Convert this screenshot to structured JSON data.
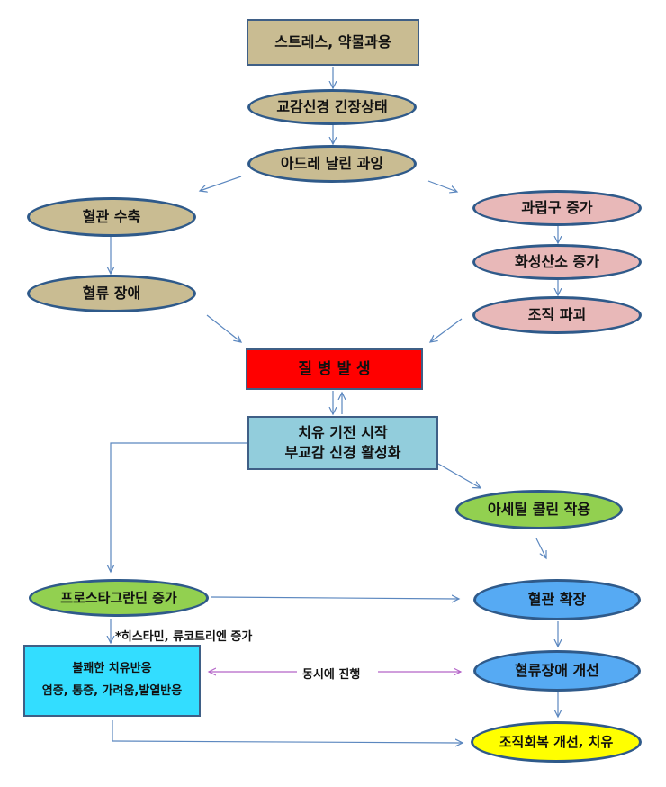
{
  "nodes": {
    "stress": "스트레스, 약물과용",
    "sympathetic": "교감신경 긴장상태",
    "adrenaline": "아드레 날린 과잉",
    "vasoconstriction": "혈관 수축",
    "blood_flow_disorder": "혈류 장애",
    "granulocyte": "과립구 증가",
    "active_oxygen": "화성산소 증가",
    "tissue_destruction": "조직 파괴",
    "disease": "질 병 발 생",
    "healing_line1": "치유 기전 시작",
    "healing_line2": "부교감 신경 활성화",
    "acetylcholine": "아세틸 콜린 작용",
    "prostaglandin": "프로스타그란딘 증가",
    "vasodilation": "혈관 확장",
    "discomfort_line1": "불쾌한 치유반응",
    "discomfort_line2": "염증, 통증, 가려움,발열반응",
    "blood_flow_improve": "혈류장애 개선",
    "tissue_recovery": "조직회복 개선, 치유"
  },
  "notes": {
    "histamine": "*히스타민, 류코트리엔 증가",
    "simultaneous": "동시에 진행"
  },
  "colors": {
    "tan": "#c9bc92",
    "pink": "#e8b8b8",
    "red": "#ff0000",
    "light_blue": "#92cddc",
    "green": "#92d050",
    "blue": "#56aaf3",
    "cyan": "#33ddff",
    "yellow": "#ffff00",
    "arrow": "#5b87bf",
    "purple_arrow": "#b464c8"
  }
}
